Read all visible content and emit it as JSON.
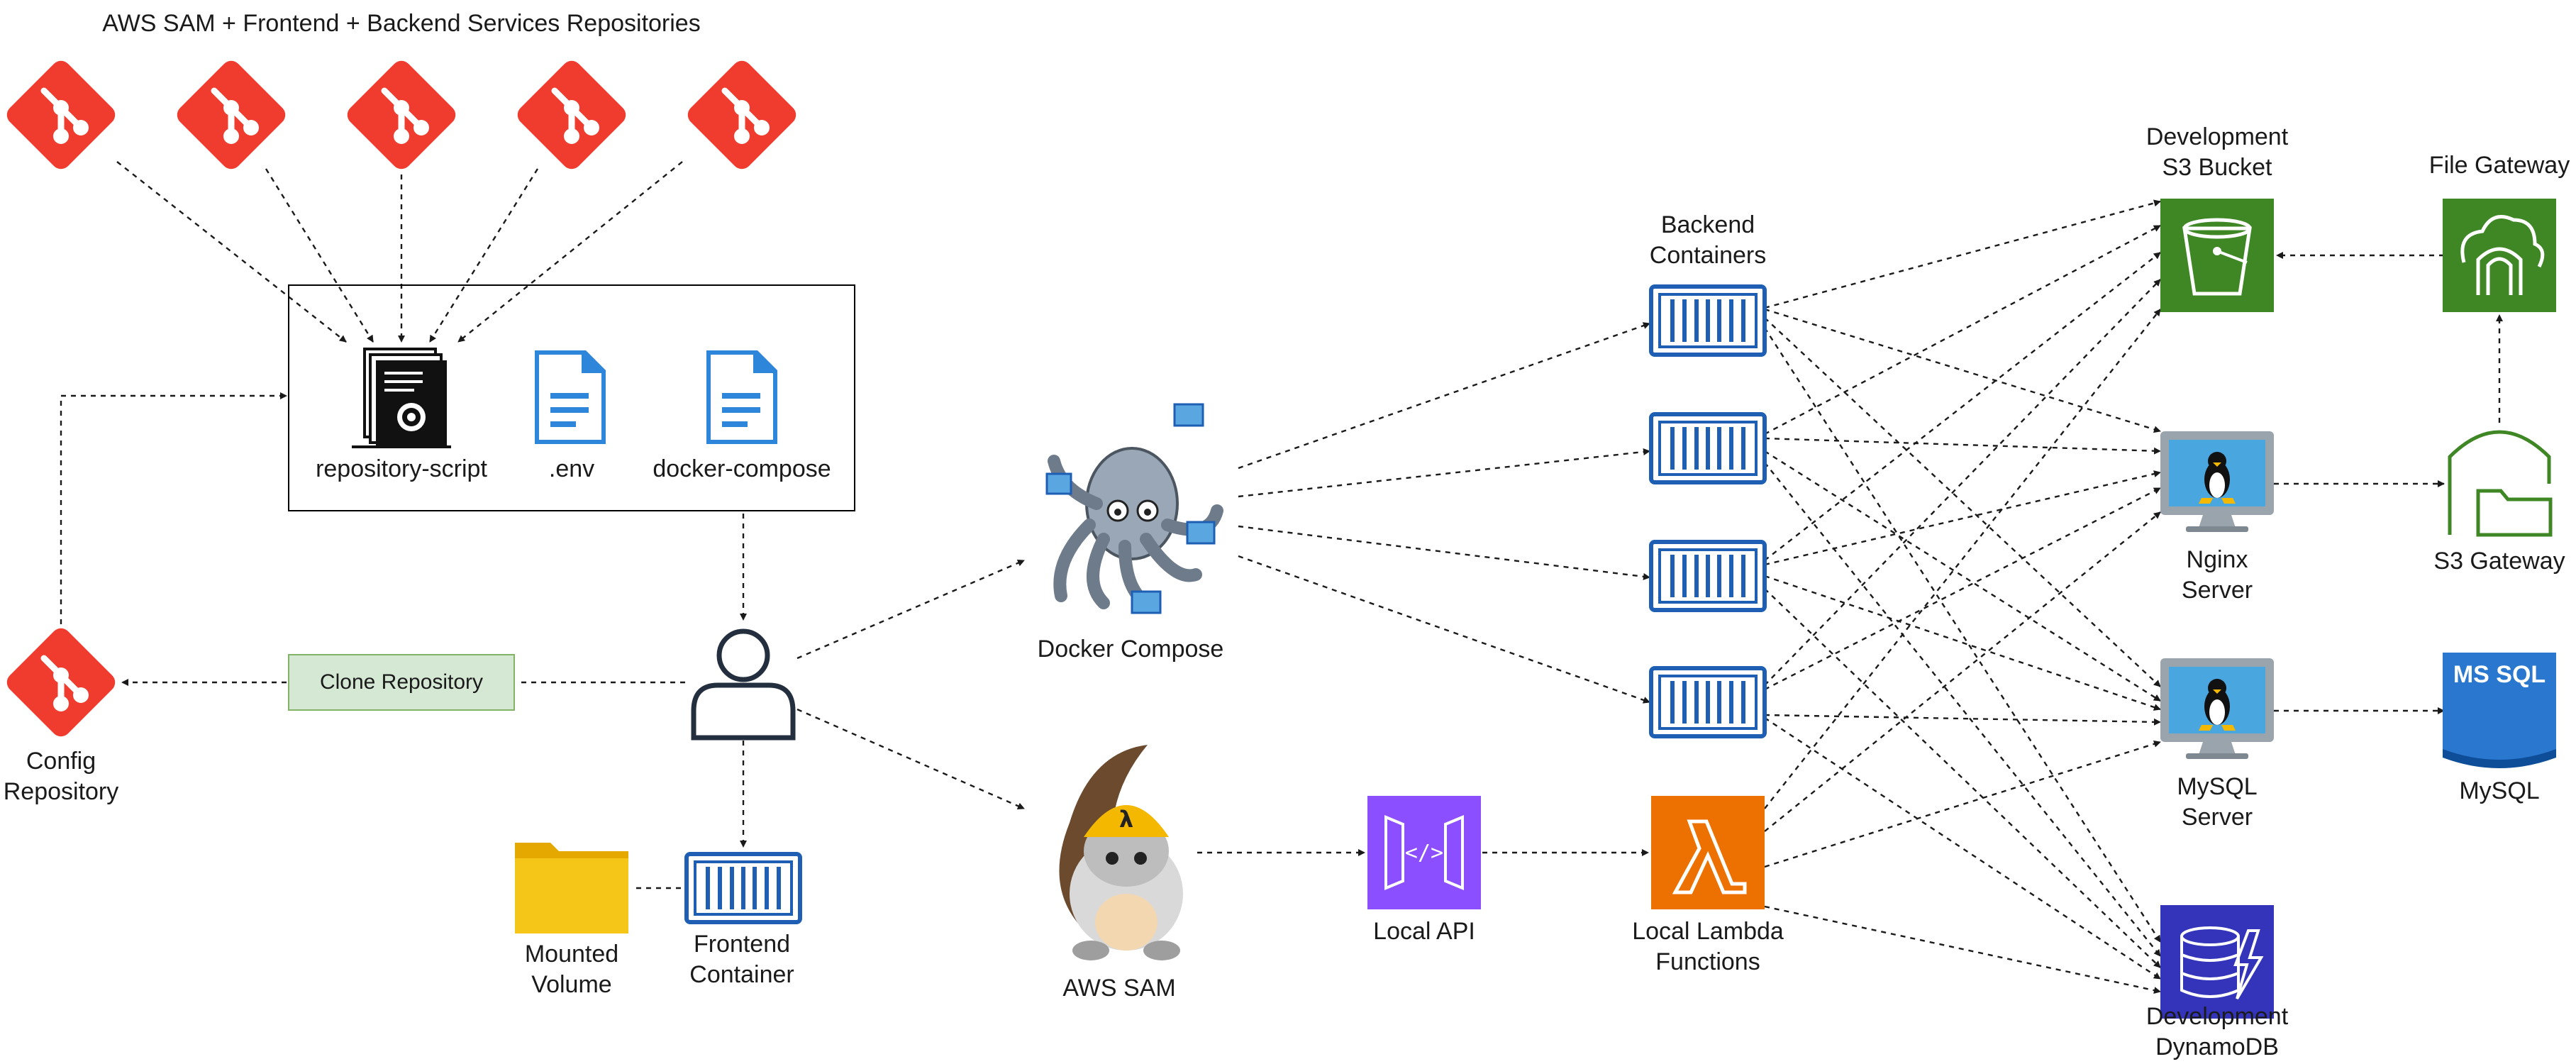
{
  "header": {
    "title": "AWS SAM + Frontend + Backend Services Repositories"
  },
  "repository_script_box": {
    "items": [
      {
        "label": "repository-script",
        "icon": "script-gear-icon"
      },
      {
        "label": ".env",
        "icon": "document-icon"
      },
      {
        "label": "docker-compose",
        "icon": "document-icon"
      }
    ]
  },
  "config_repository": {
    "label": "Config\nRepository",
    "icon": "git-icon"
  },
  "clone_repository": {
    "label": "Clone Repository"
  },
  "user": {
    "icon": "user-icon"
  },
  "frontend_container": {
    "label": "Frontend\nContainer",
    "icon": "container-icon"
  },
  "mounted_volume": {
    "label": "Mounted\nVolume",
    "icon": "folder-icon"
  },
  "docker_compose": {
    "label": "Docker Compose",
    "icon": "octopus-icon"
  },
  "aws_sam": {
    "label": "AWS SAM",
    "icon": "squirrel-icon"
  },
  "local_api": {
    "label": "Local API",
    "icon": "api-gateway-icon"
  },
  "local_lambda": {
    "label": "Local Lambda\nFunctions",
    "icon": "lambda-icon"
  },
  "backend_containers": {
    "label": "Backend\nContainers",
    "icon": "container-icon"
  },
  "s3_bucket": {
    "label": "Development\nS3 Bucket",
    "icon": "bucket-icon"
  },
  "file_gateway": {
    "label": "File Gateway",
    "icon": "cloud-gateway-icon"
  },
  "nginx_server": {
    "label": "Nginx\nServer",
    "icon": "linux-monitor-icon"
  },
  "s3_gateway": {
    "label": "S3 Gateway",
    "icon": "folder-gateway-icon"
  },
  "mysql_server": {
    "label": "MySQL\nServer",
    "icon": "linux-monitor-icon"
  },
  "mysql": {
    "label": "MySQL",
    "badge": "MS SQL",
    "icon": "ms-sql-icon"
  },
  "dynamodb": {
    "label": "Development\nDynamoDB",
    "icon": "dynamodb-icon"
  },
  "colors": {
    "git": "#f03c2e",
    "doc": "#2d86d9",
    "container": "#1e5fb4",
    "aws_green": "#3f8624",
    "lambda": "#ed7100",
    "api": "#8c4fff",
    "dynamodb": "#3334b9",
    "mysql": "#2a77d0",
    "folder": "#f5b800",
    "clone_fill": "#d5e8d4",
    "clone_stroke": "#82b366",
    "arrow": "#1a1a1a"
  }
}
